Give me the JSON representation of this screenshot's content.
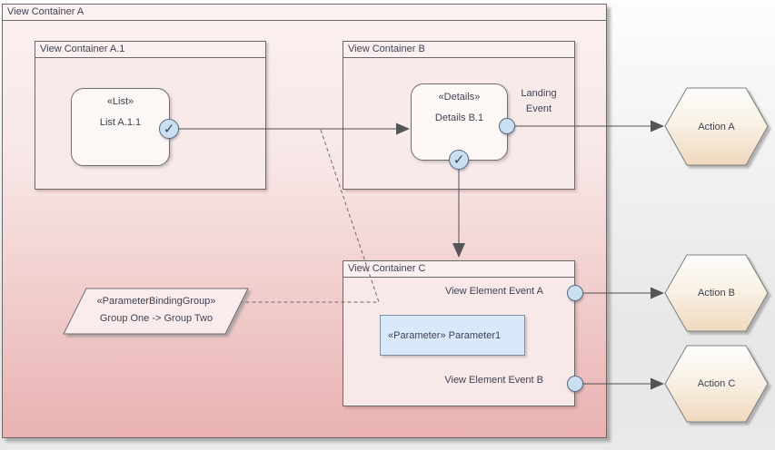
{
  "containers": {
    "a": {
      "title": "View Container A"
    },
    "a1": {
      "title": "View Container A.1"
    },
    "b": {
      "title": "View Container B"
    },
    "c": {
      "title": "View Container C"
    }
  },
  "elements": {
    "list": {
      "stereotype": "«List»",
      "name": "List A.1.1"
    },
    "details": {
      "stereotype": "«Details»",
      "name": "Details B.1"
    },
    "parameter": {
      "label": "«Parameter» Parameter1"
    },
    "binding_group": {
      "stereotype": "«ParameterBindingGroup»",
      "name": "Group One -> Group Two"
    }
  },
  "labels": {
    "landing_event": "Landing Event",
    "view_element_event_a": "View Element Event A",
    "view_element_event_b": "View Element Event B"
  },
  "actions": [
    {
      "label": "Action A"
    },
    {
      "label": "Action B"
    },
    {
      "label": "Action C"
    }
  ],
  "icons": {
    "check_port": "✓"
  },
  "colors": {
    "container_pink_top": "#fbf0f0",
    "container_pink_bottom": "#e9b1b1",
    "node_fill": "#fdf7f5",
    "parameter_blue": "#d9e9fa",
    "port_blue": "#cbdff3",
    "hexagon_top": "#fefefe",
    "hexagon_bottom": "#f0d9bd",
    "line": "#4f4f4f",
    "text": "#3f4254"
  }
}
